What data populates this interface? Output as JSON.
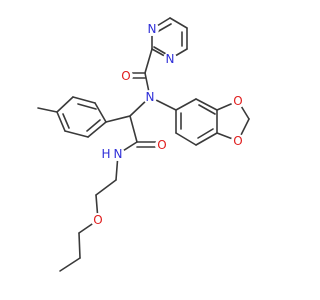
{
  "colors": {
    "bond": "#3a3a3a",
    "background": "#ffffff",
    "carbon": "#3a3a3a",
    "nitrogen": "#2f2fd8",
    "oxygen": "#e01e1e"
  },
  "atoms": [
    {
      "id": "pz_n1",
      "label": "N",
      "element": "N"
    },
    {
      "id": "pz_n2",
      "label": "N",
      "element": "N"
    },
    {
      "id": "carbonyl_o1",
      "label": "O",
      "element": "O"
    },
    {
      "id": "amide_n1",
      "label": "N",
      "element": "N"
    },
    {
      "id": "carbonyl_o2",
      "label": "O",
      "element": "O"
    },
    {
      "id": "amide_nh",
      "label": "N",
      "element": "N"
    },
    {
      "id": "amide_h",
      "label": "H",
      "element": "N"
    },
    {
      "id": "dioxole_o1",
      "label": "O",
      "element": "O"
    },
    {
      "id": "dioxole_o2",
      "label": "O",
      "element": "O"
    },
    {
      "id": "ether_o",
      "label": "O",
      "element": "O"
    }
  ]
}
